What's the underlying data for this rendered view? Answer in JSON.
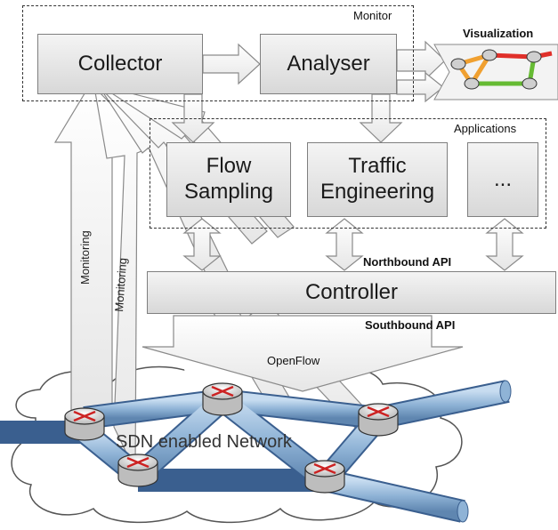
{
  "groups": {
    "monitor": "Monitor",
    "applications": "Applications",
    "visualization": "Visualization"
  },
  "boxes": {
    "collector": "Collector",
    "analyser": "Analyser",
    "flow_sampling_1": "Flow",
    "flow_sampling_2": "Sampling",
    "traffic_engineering_1": "Traffic",
    "traffic_engineering_2": "Engineering",
    "more": "...",
    "controller": "Controller"
  },
  "labels": {
    "northbound_api": "Northbound API",
    "southbound_api": "Southbound API",
    "openflow": "OpenFlow",
    "monitoring_1": "Monitoring",
    "monitoring_2": "Monitoring",
    "network": "SDN enabled Network"
  },
  "colors": {
    "box_border": "#7f7f7f",
    "pipe_fill": "#9bbbd9",
    "pipe_stroke": "#3a5f8f",
    "router_arrow": "#cc2222",
    "viz_red": "#e0302a",
    "viz_orange": "#f0a030",
    "viz_green": "#66bb33"
  }
}
